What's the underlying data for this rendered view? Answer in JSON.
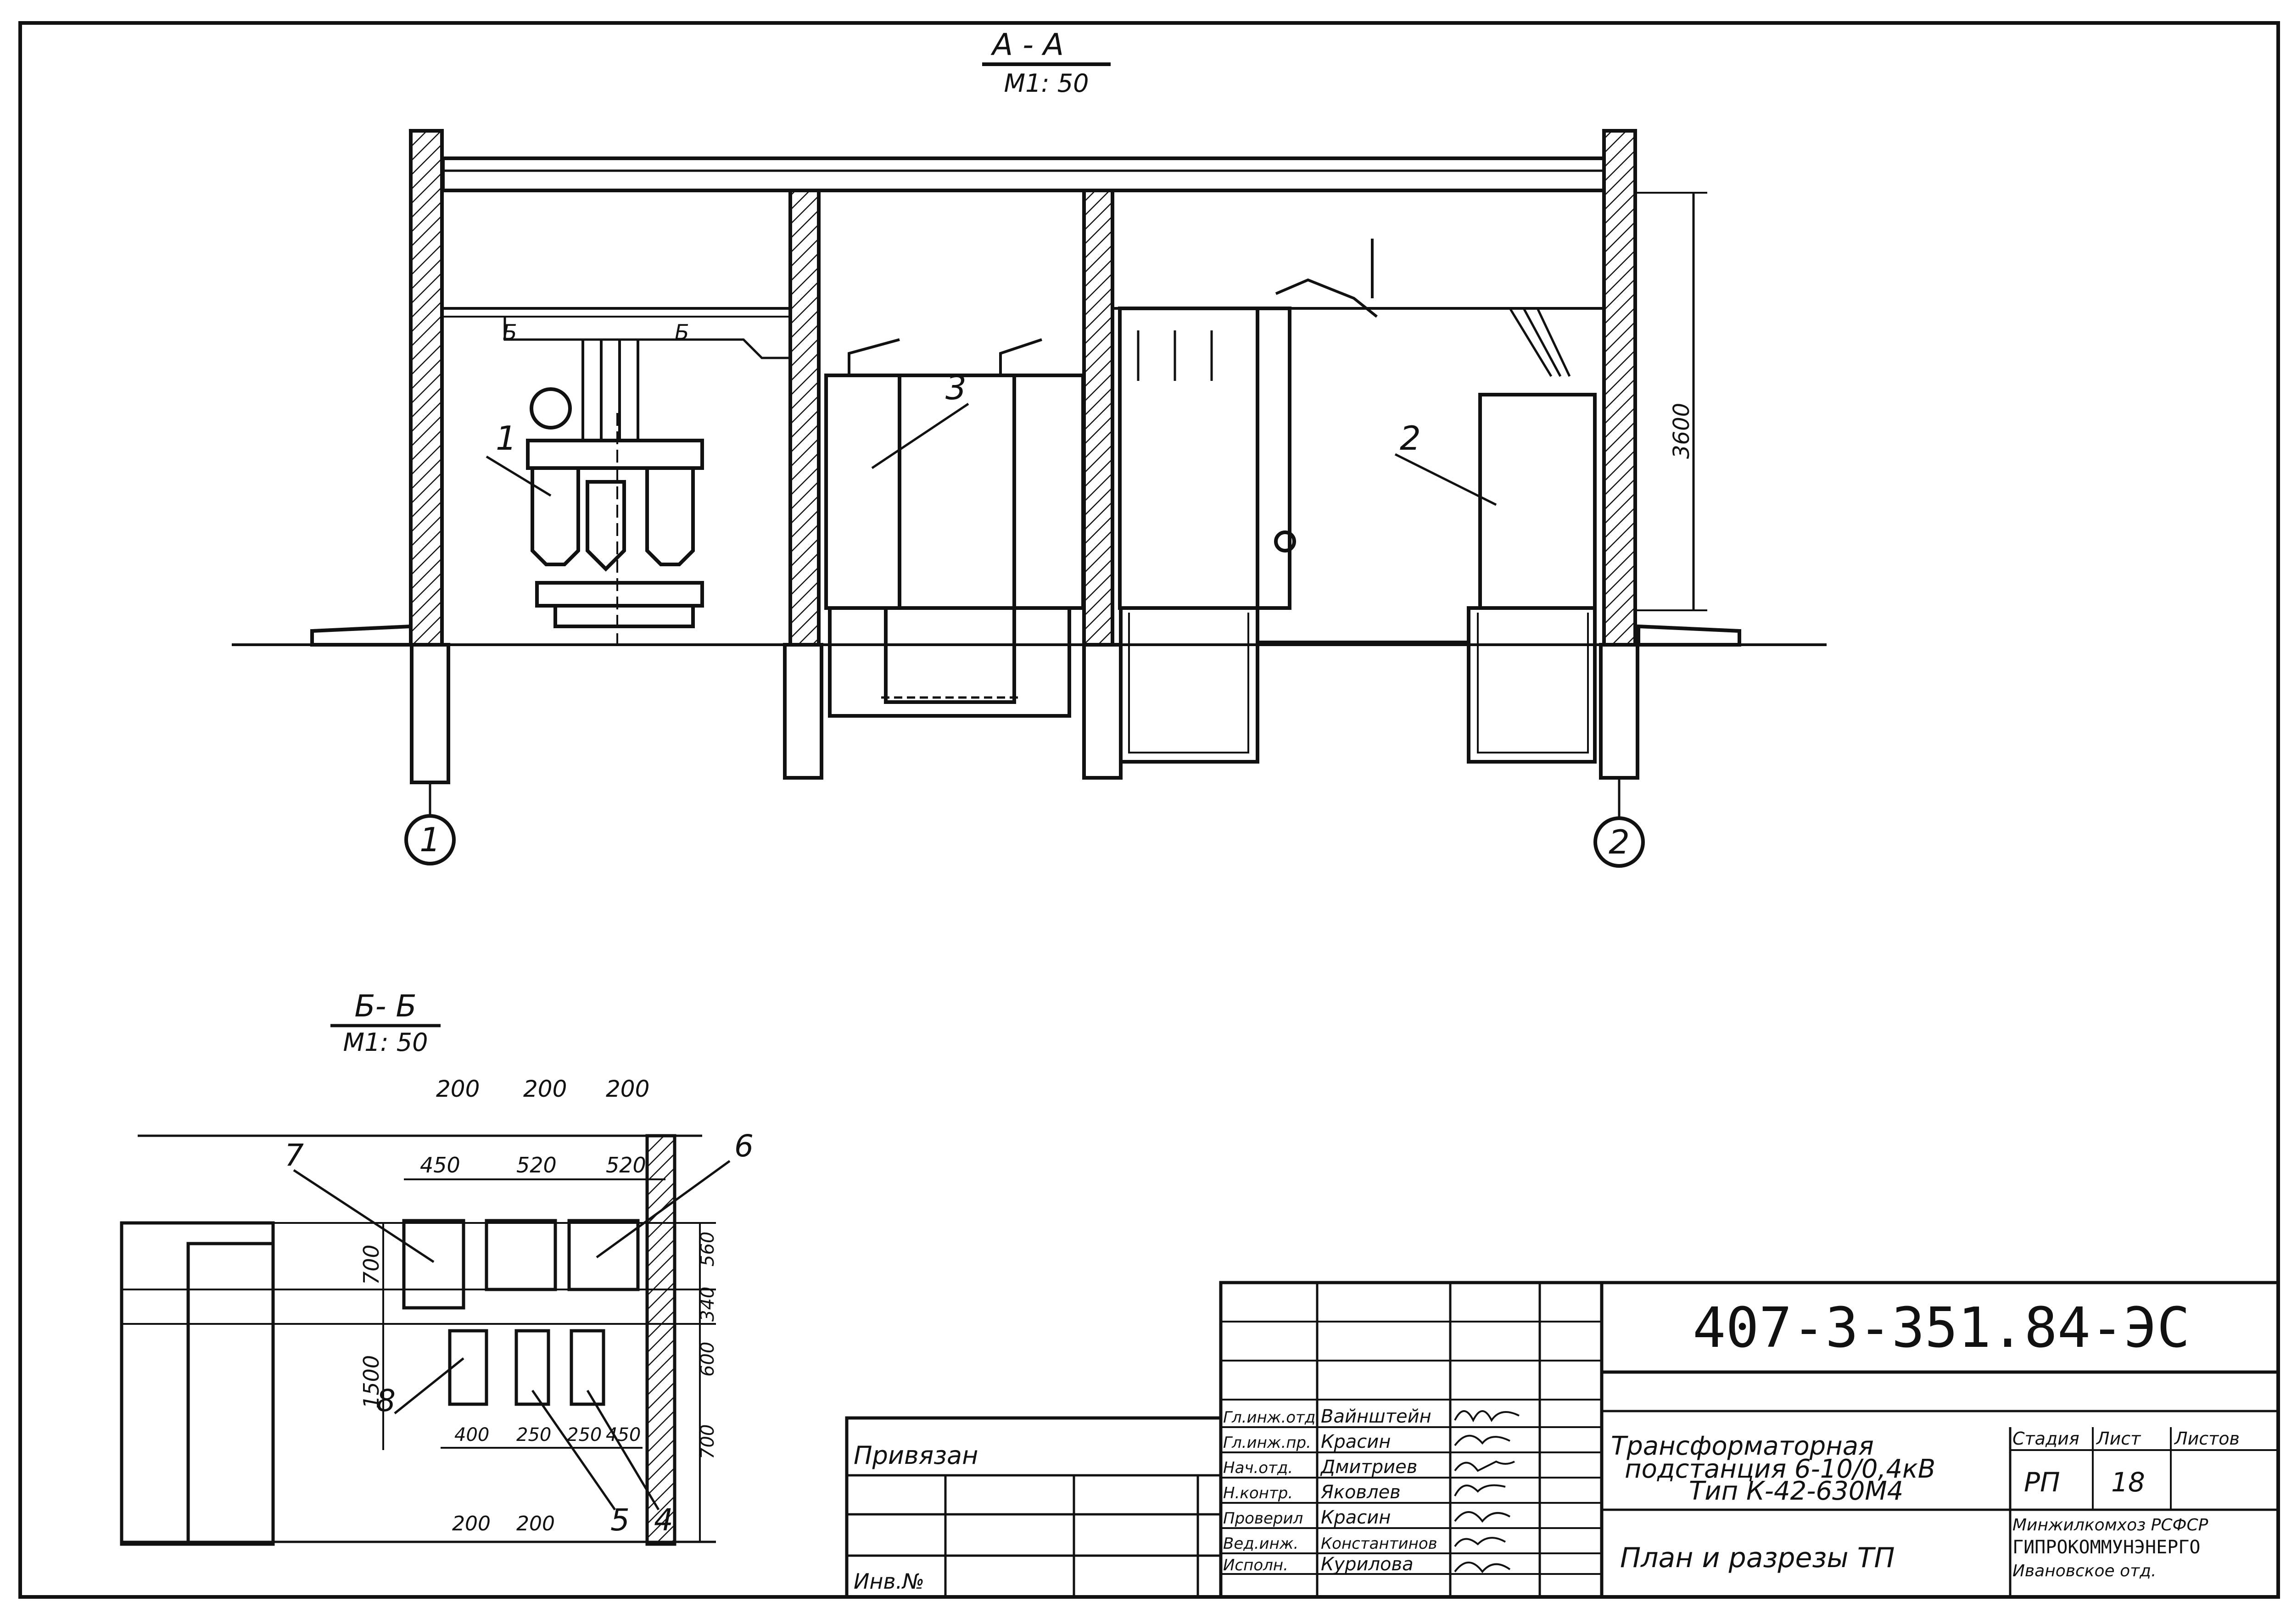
{
  "section_aa": {
    "title": "А - А",
    "scale": "М1: 50",
    "height_dim": "3600",
    "callouts": [
      "1",
      "2",
      "3"
    ],
    "bus_marks": [
      "Б",
      "Б"
    ],
    "axes": [
      "1",
      "2"
    ]
  },
  "section_bb": {
    "title": "Б- Б",
    "scale": "М1: 50",
    "top_dims": [
      "200",
      "200",
      "200"
    ],
    "row_dims": [
      "450",
      "520",
      "520"
    ],
    "bottom_dims": [
      "400",
      "250",
      "250",
      "450"
    ],
    "bottom_gaps": [
      "200",
      "200"
    ],
    "vertical_dims": [
      "700",
      "1500"
    ],
    "right_dims": [
      "560",
      "340",
      "600",
      "700"
    ],
    "callouts": [
      "7",
      "6",
      "8",
      "5",
      "4"
    ]
  },
  "title_block": {
    "doc_number": "407-3-351.84-ЭС",
    "project_title": [
      "Трансформаторная",
      "подстанция 6-10/0,4кВ",
      "Тип К-42-630М4"
    ],
    "sheet_title": "План и разрезы ТП",
    "stage_label": "Стадия",
    "sheet_label": "Лист",
    "sheets_label": "Листов",
    "stage_value": "РП",
    "sheet_value": "18",
    "org": [
      "Минжилкомхоз РСФСР",
      "ГИПРОКОММУНЭНЕРГО",
      "Ивановское отд."
    ],
    "privyazan": "Привязан",
    "inv_no": "Инв.№",
    "signatures": [
      {
        "role": "Гл.инж.отд.",
        "name": "Вайнштейн"
      },
      {
        "role": "Гл.инж.пр.",
        "name": "Красин"
      },
      {
        "role": "Нач.отд.",
        "name": "Дмитриев"
      },
      {
        "role": "Н.контр.",
        "name": "Яковлев"
      },
      {
        "role": "Проверил",
        "name": "Красин"
      },
      {
        "role": "Вед.инж.",
        "name": "Константинов"
      },
      {
        "role": "Исполн.",
        "name": "Курилова"
      }
    ]
  }
}
